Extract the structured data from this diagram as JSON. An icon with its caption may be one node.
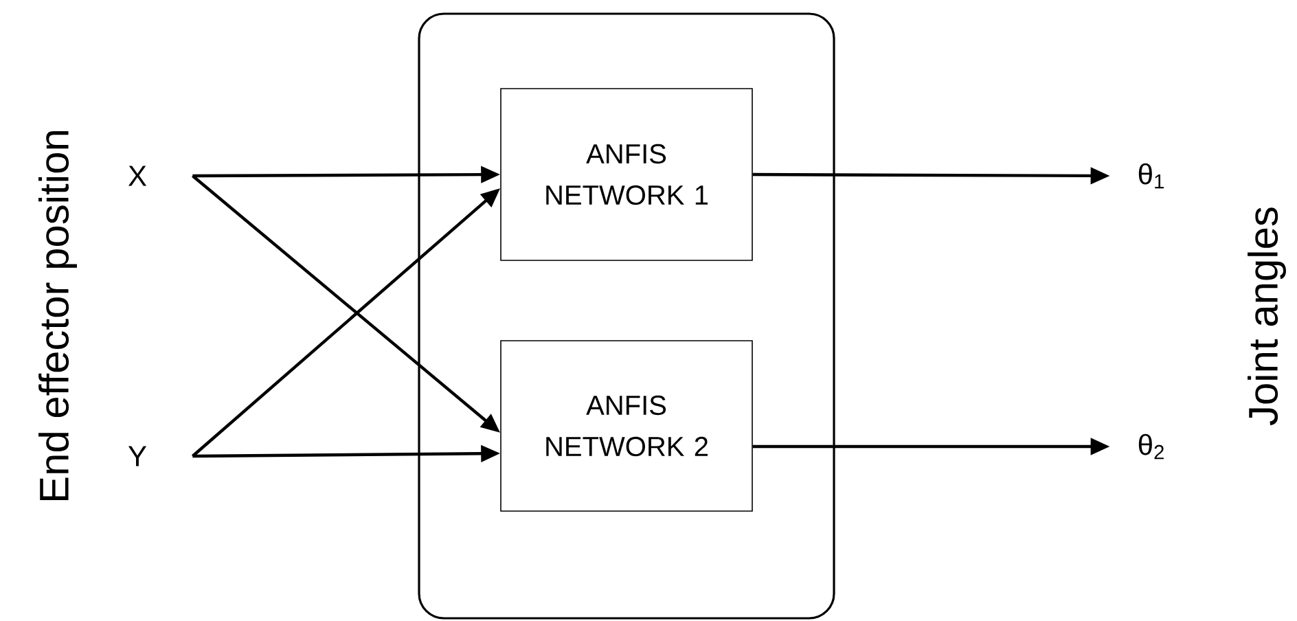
{
  "diagram": {
    "nodes": [
      {
        "text": [
          "X"
        ]
      },
      {
        "text": [
          "Y"
        ]
      },
      {
        "text": [],
        "shape": "box"
      },
      {
        "text": [
          "ANFIS NETWORK 1"
        ],
        "in": 2
      },
      {
        "text": [
          "ANFIS NETWORK 2"
        ],
        "in": 2
      },
      {
        "text": [
          "θ$_{1}$"
        ]
      },
      {
        "text": [
          "θ$_{2}$"
        ]
      }
    ],
    "edges": [
      {
        "from": 0,
        "to": 3,
        "arrow": "to"
      },
      {
        "from": 0,
        "to": 4,
        "arrow": "to"
      },
      {
        "from": 1,
        "to": 3,
        "arrow": "to"
      },
      {
        "from": 1,
        "to": 4,
        "arrow": "to"
      },
      {
        "from": 3,
        "to": 5,
        "arrow": "to"
      },
      {
        "from": 4,
        "to": 6,
        "arrow": "to"
      }
    ],
    "labels": [
      "End effector position",
      "Joint angles"
    ]
  }
}
